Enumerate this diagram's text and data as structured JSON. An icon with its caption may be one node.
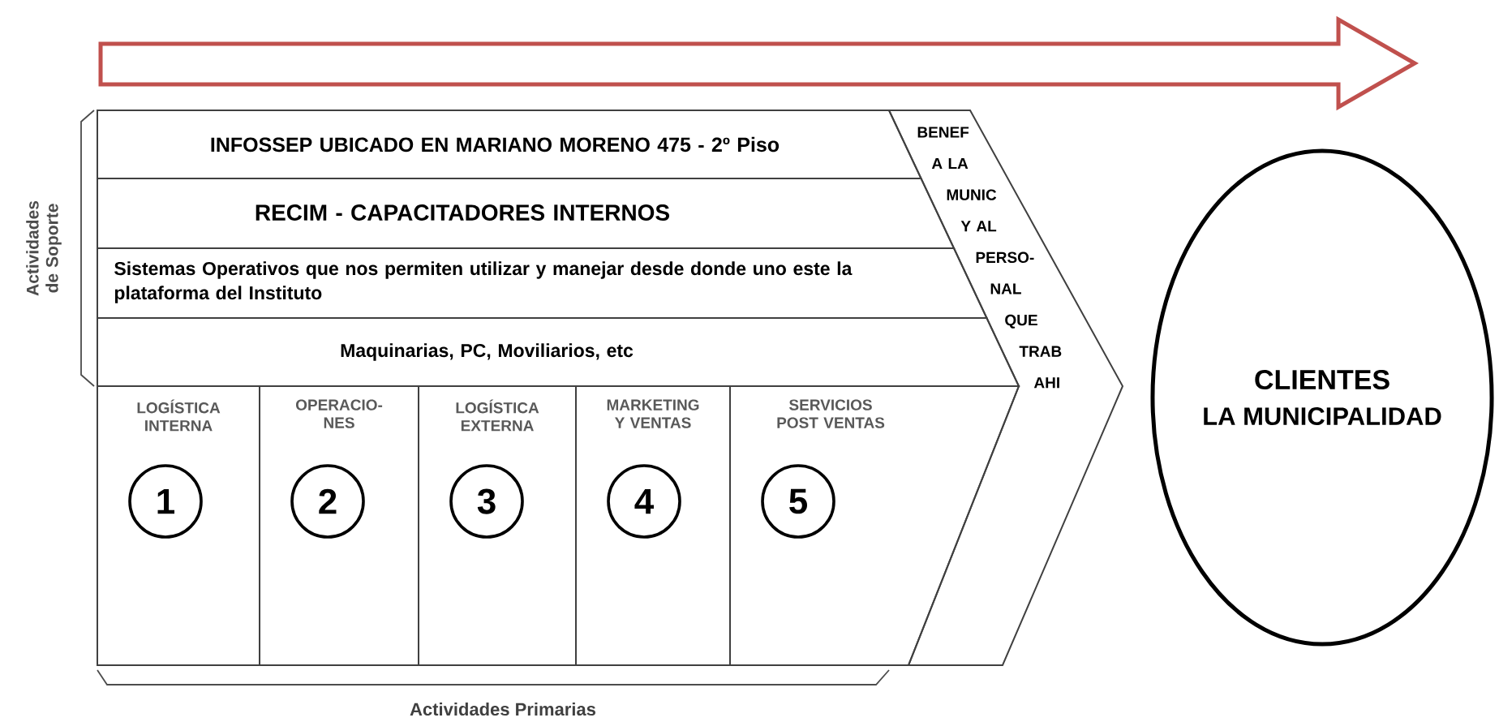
{
  "diagram": {
    "nodes": [
      {
        "text": [
          "INFOSSEP UBICADO EN MARIANO MORENO 475 - 2º Piso"
        ]
      },
      {
        "text": [
          "RECIM - CAPACITADORES INTERNOS"
        ]
      },
      {
        "text": [
          "Sistemas Operativos que nos permiten utilizar y manejar desde donde uno este la plataforma del Instituto"
        ]
      },
      {
        "text": [
          "Maquinarias, PC, Moviliarios, etc"
        ]
      },
      {
        "text": [
          "BENEF A LA MUNIC Y AL PERSO- NAL QUE TRAB AHI"
        ]
      },
      {
        "text": [
          "LOGÍSTICA INTERNA"
        ]
      },
      {
        "text": [
          "1"
        ],
        "in": 5
      },
      {
        "text": [
          "OPERACIO- NES"
        ]
      },
      {
        "text": [
          "2"
        ],
        "in": 7
      },
      {
        "text": [
          "LOGÍSTICA EXTERNA"
        ]
      },
      {
        "text": [
          "3"
        ],
        "in": 9
      },
      {
        "text": [
          "MARKETING Y VENTAS"
        ]
      },
      {
        "text": [
          "4"
        ],
        "in": 11
      },
      {
        "text": [
          "SERVICIOS POST VENTAS"
        ]
      },
      {
        "text": [
          "5"
        ],
        "in": 13
      },
      {
        "text": [
          "CLIENTES",
          "LA MUNICIPALIDAD"
        ]
      }
    ],
    "labels": [
      "Actividades de Soporte",
      "Actividades Primarias"
    ]
  }
}
